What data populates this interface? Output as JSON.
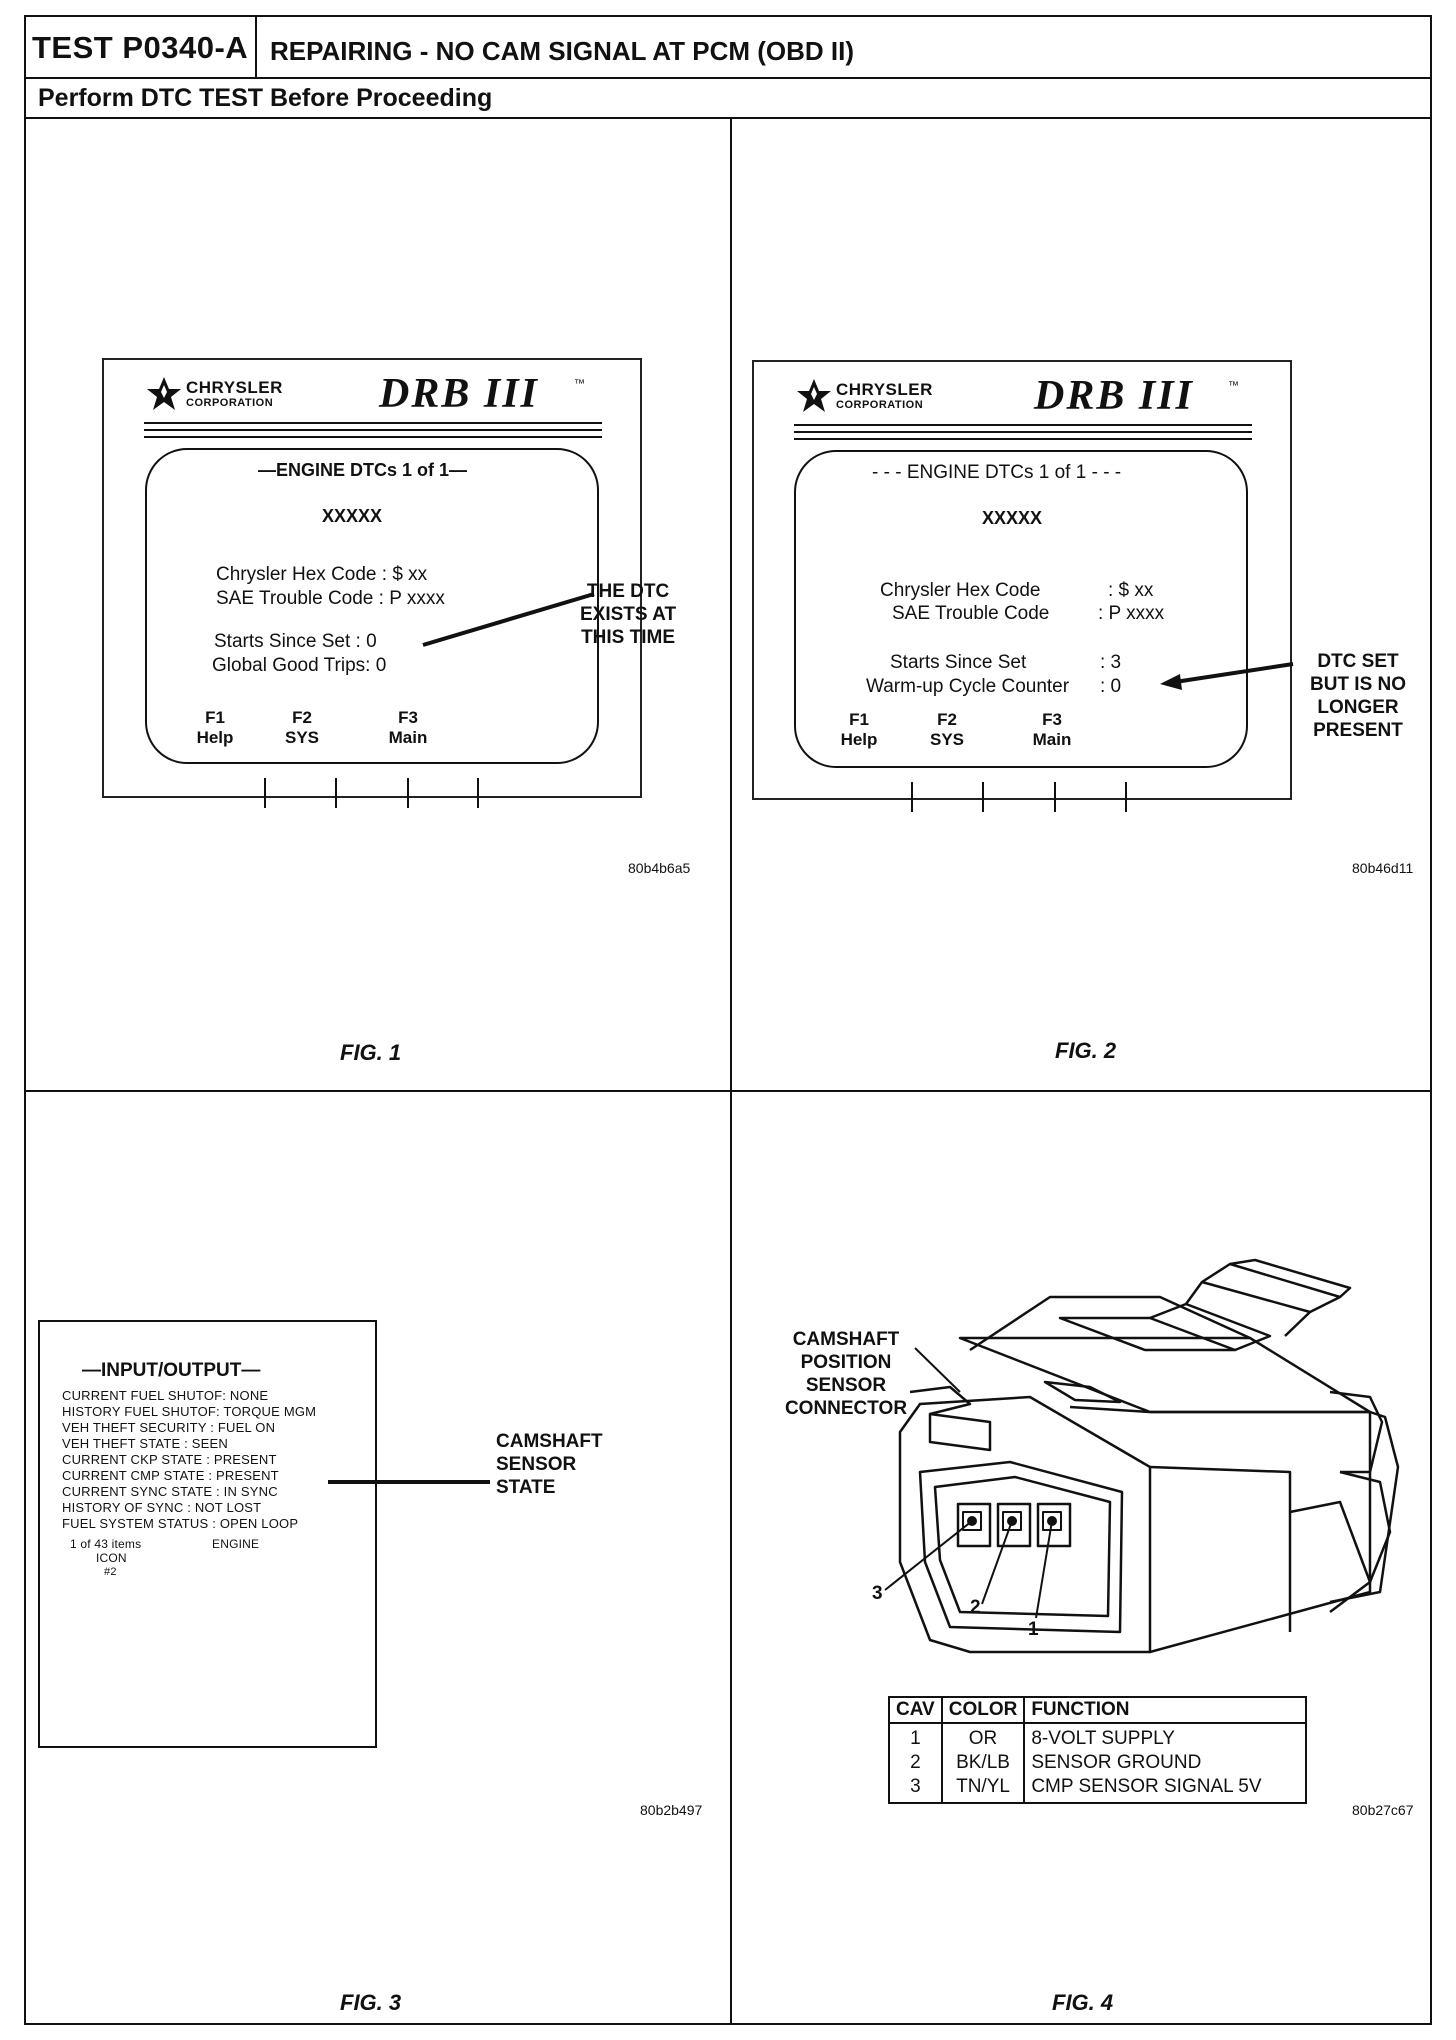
{
  "header": {
    "test_id": "TEST P0340-A",
    "title": "REPAIRING - NO CAM SIGNAL AT PCM (OBD II)",
    "subtitle": "Perform DTC TEST Before Proceeding"
  },
  "fig1": {
    "brand": "CHRYSLER",
    "brand_sub": "CORPORATION",
    "tool": "DRB III",
    "tm": "™",
    "screen_title": "—ENGINE DTCs 1 of 1—",
    "code": "XXXXX",
    "lines": [
      "Chrysler Hex Code : $ xx",
      "SAE Trouble Code  : P xxxx",
      "Starts Since Set :  0",
      "Global Good Trips:  0"
    ],
    "fkeys": [
      {
        "key": "F1",
        "label": "Help"
      },
      {
        "key": "F2",
        "label": "SYS"
      },
      {
        "key": "F3",
        "label": "Main"
      }
    ],
    "callout": [
      "THE DTC",
      "EXISTS AT",
      "THIS TIME"
    ],
    "image_code": "80b4b6a5",
    "caption": "FIG. 1"
  },
  "fig2": {
    "brand": "CHRYSLER",
    "brand_sub": "CORPORATION",
    "tool": "DRB III",
    "tm": "™",
    "screen_title": "- - - ENGINE DTCs 1 of 1 - - -",
    "code": "XXXXX",
    "lines": [
      {
        "label": "Chrysler Hex Code",
        "value": ": $ xx"
      },
      {
        "label": "SAE Trouble Code",
        "value": ": P  xxxx"
      },
      {
        "label": "Starts Since Set",
        "value": ": 3"
      },
      {
        "label": "Warm-up Cycle Counter",
        "value": ": 0"
      }
    ],
    "fkeys": [
      {
        "key": "F1",
        "label": "Help"
      },
      {
        "key": "F2",
        "label": "SYS"
      },
      {
        "key": "F3",
        "label": "Main"
      }
    ],
    "callout": [
      "DTC SET",
      "BUT IS NO",
      "LONGER",
      "PRESENT"
    ],
    "image_code": "80b46d11",
    "caption": "FIG. 2"
  },
  "fig3": {
    "screen_title": "—INPUT/OUTPUT—",
    "lines": [
      "CURRENT FUEL SHUTOF: NONE",
      "HISTORY FUEL SHUTOF: TORQUE MGM",
      "VEH THEFT SECURITY : FUEL ON",
      "VEH THEFT STATE   : SEEN",
      "CURRENT CKP STATE  : PRESENT",
      "CURRENT CMP STATE  : PRESENT",
      "CURRENT SYNC STATE : IN SYNC",
      "HISTORY OF SYNC   : NOT LOST",
      "FUEL SYSTEM STATUS : OPEN LOOP"
    ],
    "items": "1 of 43 items",
    "engine": "ENGINE",
    "icon": "ICON",
    "icon_num": "#2",
    "callout": [
      "CAMSHAFT",
      "SENSOR",
      "STATE"
    ],
    "image_code": "80b2b497",
    "caption": "FIG. 3"
  },
  "fig4": {
    "callout": [
      "CAMSHAFT",
      "POSITION",
      "SENSOR",
      "CONNECTOR"
    ],
    "pins": [
      "3",
      "2",
      "1"
    ],
    "table": {
      "headers": [
        "CAV",
        "COLOR",
        "FUNCTION"
      ],
      "rows": [
        [
          "1",
          "OR",
          "8-VOLT SUPPLY"
        ],
        [
          "2",
          "BK/LB",
          "SENSOR GROUND"
        ],
        [
          "3",
          "TN/YL",
          "CMP SENSOR SIGNAL 5V"
        ]
      ]
    },
    "image_code": "80b27c67",
    "caption": "FIG. 4"
  }
}
